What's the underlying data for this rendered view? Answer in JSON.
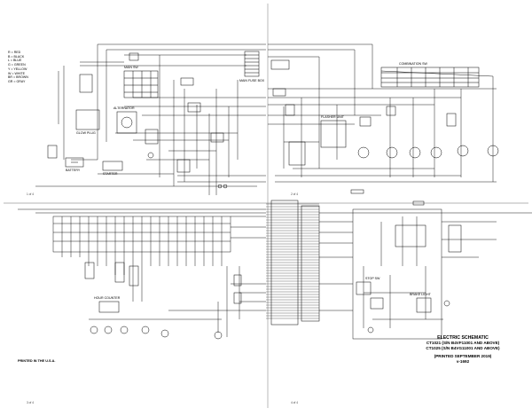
{
  "legend": [
    "R = RED",
    "B = BLACK",
    "L = BLUE",
    "G = GREEN",
    "Y = YELLOW",
    "W = WHITE",
    "BR = BROWN",
    "GR = GRAY"
  ],
  "title": {
    "line1": "ELECTRIC SCHEMATIC",
    "line2": "CT1021 (S/N B4VF11001 AND ABOVE)",
    "line3": "CT1025 (S/N B4VG11001 AND ABOVE)",
    "printed_date": "(PRINTED SEPTEMBER 2019)",
    "code": "v-1692"
  },
  "printed_in": "PRINTED IN THE U.S.A.",
  "page_numbers": [
    "1 of 4",
    "2 of 4",
    "3 of 4",
    "4 of 4"
  ],
  "labels": {
    "main_fuse_box": "MAIN FUSE BOX",
    "combination_sw": "COMBINATION SW",
    "flasher_unit": "FLASHER UNIT",
    "battery": "BATTERY",
    "glow_plug": "GLOW PLUG",
    "alternator": "ALTERNATOR",
    "hour_counter": "HOUR COUNTER",
    "main_sw": "MAIN SW",
    "starter": "STARTER",
    "stop_sw": "STOP SW",
    "brake_light": "BRAKE LIGHT"
  }
}
